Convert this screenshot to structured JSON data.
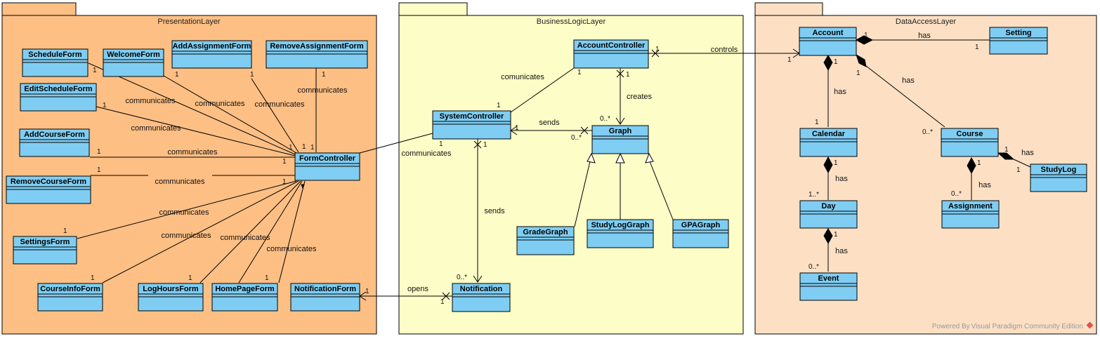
{
  "packages": [
    {
      "id": "presentation",
      "name": "PresentationLayer"
    },
    {
      "id": "business",
      "name": "BusinessLogicLayer"
    },
    {
      "id": "data",
      "name": "DataAccessLayer"
    }
  ],
  "classes": [
    {
      "id": "ScheduleForm",
      "name": "ScheduleForm"
    },
    {
      "id": "WelcomeForm",
      "name": "WelcomeForm"
    },
    {
      "id": "AddAssignmentForm",
      "name": "AddAssignmentForm"
    },
    {
      "id": "RemoveAssignmentForm",
      "name": "RemoveAssignmentForm"
    },
    {
      "id": "EditScheduleForm",
      "name": "EditScheduleForm"
    },
    {
      "id": "AddCourseForm",
      "name": "AddCourseForm"
    },
    {
      "id": "FormController",
      "name": "FormController"
    },
    {
      "id": "RemoveCourseForm",
      "name": "RemoveCourseForm"
    },
    {
      "id": "SettingsForm",
      "name": "SettingsForm"
    },
    {
      "id": "CourseInfoForm",
      "name": "CourseInfoForm"
    },
    {
      "id": "LogHoursForm",
      "name": "LogHoursForm"
    },
    {
      "id": "HomePageForm",
      "name": "HomePageForm"
    },
    {
      "id": "NotificationForm",
      "name": "NotificationForm"
    },
    {
      "id": "AccountController",
      "name": "AccountController"
    },
    {
      "id": "SystemController",
      "name": "SystemController"
    },
    {
      "id": "Graph",
      "name": "Graph"
    },
    {
      "id": "GradeGraph",
      "name": "GradeGraph"
    },
    {
      "id": "StudyLogGraph",
      "name": "StudyLogGraph"
    },
    {
      "id": "GPAGraph",
      "name": "GPAGraph"
    },
    {
      "id": "Notification",
      "name": "Notification"
    },
    {
      "id": "Account",
      "name": "Account"
    },
    {
      "id": "Setting",
      "name": "Setting"
    },
    {
      "id": "Calendar",
      "name": "Calendar"
    },
    {
      "id": "Course",
      "name": "Course"
    },
    {
      "id": "StudyLog",
      "name": "StudyLog"
    },
    {
      "id": "Day",
      "name": "Day"
    },
    {
      "id": "Assignment",
      "name": "Assignment"
    },
    {
      "id": "Event",
      "name": "Event"
    }
  ],
  "associations": [
    {
      "id": "a-schedule",
      "label": "communicates",
      "mult_from": "1",
      "mult_to": "1"
    },
    {
      "id": "a-welcome",
      "label": "communicates",
      "mult_from": "1",
      "mult_to": "1"
    },
    {
      "id": "a-addassign",
      "label": "communicates",
      "mult_from": "1",
      "mult_to": "1"
    },
    {
      "id": "a-removeassign",
      "label": "communicates",
      "mult_from": "1",
      "mult_to": "1"
    },
    {
      "id": "a-editschedule",
      "label": "communicates",
      "mult_from": "1",
      "mult_to": "1"
    },
    {
      "id": "a-addcourse",
      "label": "communicates",
      "mult_from": "1",
      "mult_to": "1"
    },
    {
      "id": "a-removecourse",
      "label": "communicates",
      "mult_from": "1",
      "mult_to": "1"
    },
    {
      "id": "a-settings",
      "label": "communicates",
      "mult_from": "1",
      "mult_to": "1"
    },
    {
      "id": "a-courseinfo",
      "label": "communicates",
      "mult_from": "1",
      "mult_to": "1"
    },
    {
      "id": "a-loghours",
      "label": "communicates",
      "mult_from": "1",
      "mult_to": "1"
    },
    {
      "id": "a-homepage",
      "label": "communicates",
      "mult_from": "1",
      "mult_to": "1"
    },
    {
      "id": "a-fc-sc",
      "label": "communicates",
      "mult_from": "1",
      "mult_to": "1"
    },
    {
      "id": "a-sc-ac",
      "label": "comunicates",
      "mult_from": "1",
      "mult_to": "1"
    },
    {
      "id": "a-ac-graph",
      "label": "creates",
      "mult_from": "1",
      "mult_to": "0..*"
    },
    {
      "id": "a-graph-sc",
      "label": "sends",
      "mult_from": "0..*",
      "mult_to": "1"
    },
    {
      "id": "a-sc-notif",
      "label": "sends",
      "mult_from": "1",
      "mult_to": "0..*"
    },
    {
      "id": "a-notif-nf",
      "label": "opens",
      "mult_from": "1",
      "mult_to": "1"
    },
    {
      "id": "a-ac-account",
      "label": "controls",
      "mult_from": "1",
      "mult_to": "1"
    },
    {
      "id": "c-account-setting",
      "label": "has",
      "mult_from": "1",
      "mult_to": "1"
    },
    {
      "id": "c-account-calendar",
      "label": "has",
      "mult_from": "1",
      "mult_to": "1"
    },
    {
      "id": "c-account-course",
      "label": "has",
      "mult_from": "1",
      "mult_to": "0..*"
    },
    {
      "id": "c-calendar-day",
      "label": "has",
      "mult_from": "1",
      "mult_to": "1..*"
    },
    {
      "id": "c-day-event",
      "label": "has",
      "mult_from": "1",
      "mult_to": "0..*"
    },
    {
      "id": "c-course-assignment",
      "label": "has",
      "mult_from": "1",
      "mult_to": "0..*"
    },
    {
      "id": "c-course-studylog",
      "label": "has",
      "mult_from": "1",
      "mult_to": "1"
    }
  ],
  "generalizations": [
    {
      "id": "g-grade",
      "child": "GradeGraph",
      "parent": "Graph"
    },
    {
      "id": "g-studylog",
      "child": "StudyLogGraph",
      "parent": "Graph"
    },
    {
      "id": "g-gpa",
      "child": "GPAGraph",
      "parent": "Graph"
    }
  ],
  "watermark": "Powered By Visual Paradigm Community Edition",
  "colors": {
    "presentation_fill": "#fdbf84",
    "business_fill": "#fdfdc7",
    "data_fill": "#fde0c4",
    "class_fill": "#7fcdf2",
    "stroke": "#000000"
  }
}
